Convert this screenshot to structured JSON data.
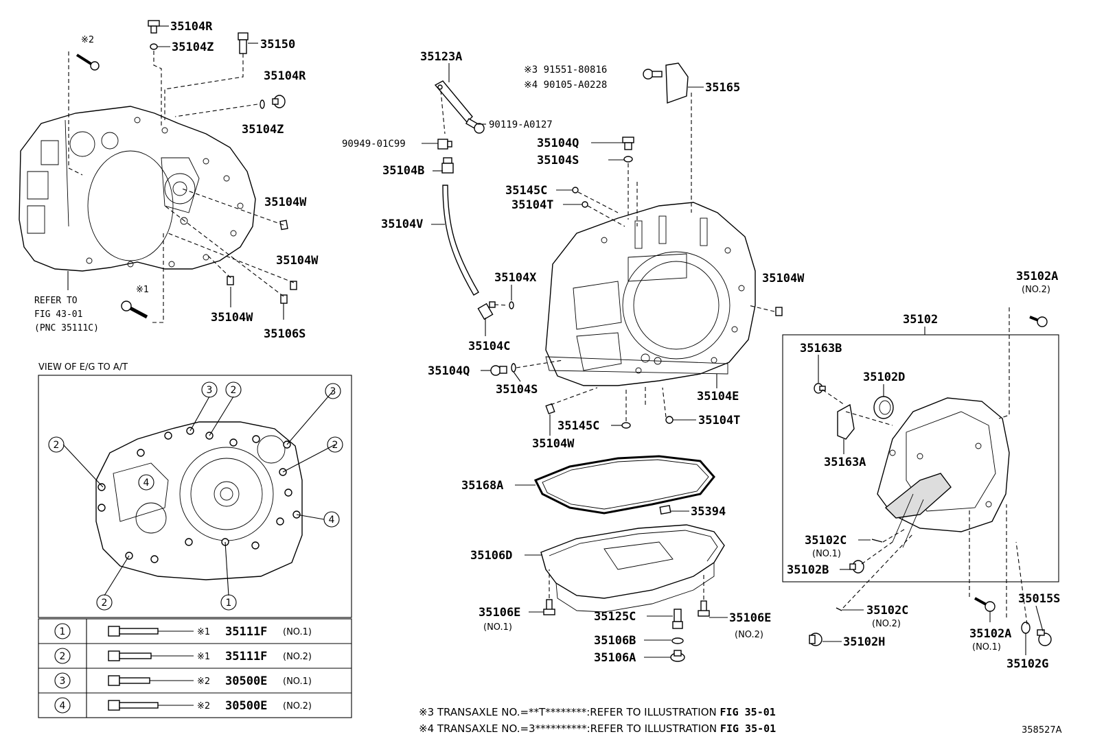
{
  "labels": {
    "p35104R_a": "35104R",
    "p35104Z_a": "35104Z",
    "p35150": "35150",
    "p35104R_b": "35104R",
    "p35104Z_b": "35104Z",
    "p35104W_a": "35104W",
    "p35104W_b": "35104W",
    "p35104W_c": "35104W",
    "p35106S": "35106S",
    "mark2_top": "※2",
    "mark1_left": "※1",
    "p35123A": "35123A",
    "p90119": "90119-A0127",
    "p90949": "90949-01C99",
    "p35104B": "35104B",
    "p35104V": "35104V",
    "p35104X": "35104X",
    "p35104C": "35104C",
    "p35104Q_b": "35104Q",
    "p35104S_b": "35104S",
    "p35104W_d": "35104W",
    "p35145C_b": "35145C",
    "p35104T_b": "35104T",
    "p35104E": "35104E",
    "p35104Q_a": "35104Q",
    "p35104S_a": "35104S",
    "p35145C_a": "35145C",
    "p35104T_a": "35104T",
    "p35104W_e": "35104W",
    "p35165": "35165",
    "ref91551": "※3 91551-80816",
    "ref90105": "※4 90105-A0228",
    "p35168A": "35168A",
    "p35394": "35394",
    "p35106D": "35106D",
    "p35106E_a": "35106E",
    "no1_a": "(NO.1)",
    "p35125C": "35125C",
    "p35106B": "35106B",
    "p35106A": "35106A",
    "p35106E_b": "35106E",
    "no2_a": "(NO.2)",
    "p35102": "35102",
    "p35102A_a": "35102A",
    "no2_b": "(NO.2)",
    "p35163B": "35163B",
    "p35102D": "35102D",
    "p35163A": "35163A",
    "p35102C_a": "35102C",
    "no1_b": "(NO.1)",
    "p35102B": "35102B",
    "p35102C_b": "35102C",
    "no2_c": "(NO.2)",
    "p35102H": "35102H",
    "p35102A_b": "35102A",
    "no1_c": "(NO.1)",
    "p35015S": "35015S",
    "p35102G": "35102G",
    "refer1": "REFER TO",
    "refer2": "FIG 43-01",
    "refer3": "(PNC 35111C)",
    "view_title": "VIEW OF E/G TO A/T",
    "diagram_id": "358527A"
  },
  "table": [
    {
      "num": "1",
      "mark": "※1",
      "part": "35111F",
      "no": "(NO.1)"
    },
    {
      "num": "2",
      "mark": "※1",
      "part": "35111F",
      "no": "(NO.2)"
    },
    {
      "num": "3",
      "mark": "※2",
      "part": "30500E",
      "no": "(NO.1)"
    },
    {
      "num": "4",
      "mark": "※2",
      "part": "30500E",
      "no": "(NO.2)"
    }
  ],
  "notes": [
    {
      "text": "※3 TRANSAXLE NO.=**T********:REFER TO ILLUSTRATION ",
      "fig": "FIG  35-01"
    },
    {
      "text": "※4 TRANSAXLE NO.=3**********:REFER TO ILLUSTRATION ",
      "fig": "FIG  35-01"
    }
  ],
  "callouts": [
    "1",
    "2",
    "3",
    "4"
  ]
}
